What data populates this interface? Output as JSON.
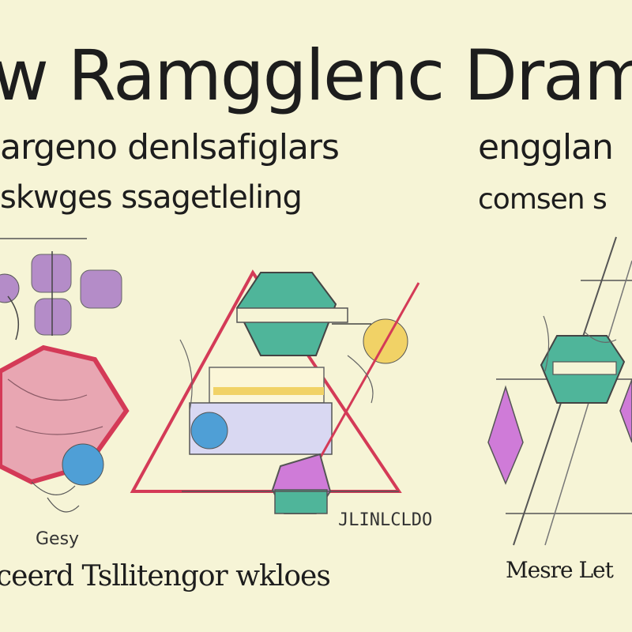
{
  "title": "w Ramgglenc Dram",
  "left_heading": {
    "line1": "argeno denlsafiglars",
    "line2": "skwges ssagetleling"
  },
  "right_heading": {
    "line1": "engglan",
    "line2": "comsen s"
  },
  "labels": {
    "middle": "JLINLCLDO",
    "small_left": "Gesy"
  },
  "captions": {
    "bottom_left": "ceerd Tsllitengor wkloes",
    "bottom_right": "Mesre Let"
  },
  "colors": {
    "background": "#f6f4d6",
    "purple": "#b48cc8",
    "magenta": "#cf7bd8",
    "teal": "#4fb59a",
    "yellow": "#f1d266",
    "blue": "#4f9fd6",
    "pink": "#e8a6b2",
    "red": "#d43a57",
    "lavender": "#d9d8f2"
  }
}
